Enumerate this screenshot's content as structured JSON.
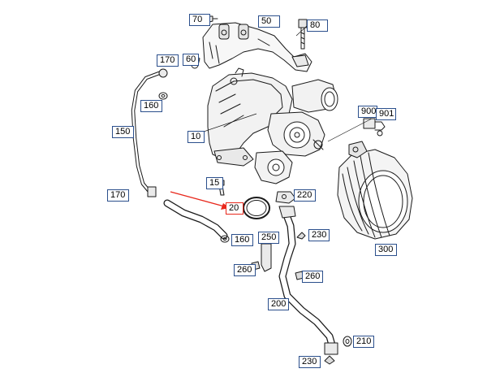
{
  "diagram": {
    "colors": {
      "callout_border": "#2b4f8c",
      "highlight": "#e8281c",
      "line_art": "#1a1a1a",
      "background": "#ffffff"
    },
    "callouts": {
      "c70": "70",
      "c50": "50",
      "c80": "80",
      "c170_top": "170",
      "c60": "60",
      "c160_top": "160",
      "c150": "150",
      "c10": "10",
      "c900": "900",
      "c901": "901",
      "c15": "15",
      "c170_left": "170",
      "c200_gasket": "20",
      "c220": "220",
      "c160_mid": "160",
      "c250": "250",
      "c230_mid": "230",
      "c260_left": "260",
      "c260_right": "260",
      "c300": "300",
      "c200": "200",
      "c210": "210",
      "c230_bottom": "230"
    }
  }
}
